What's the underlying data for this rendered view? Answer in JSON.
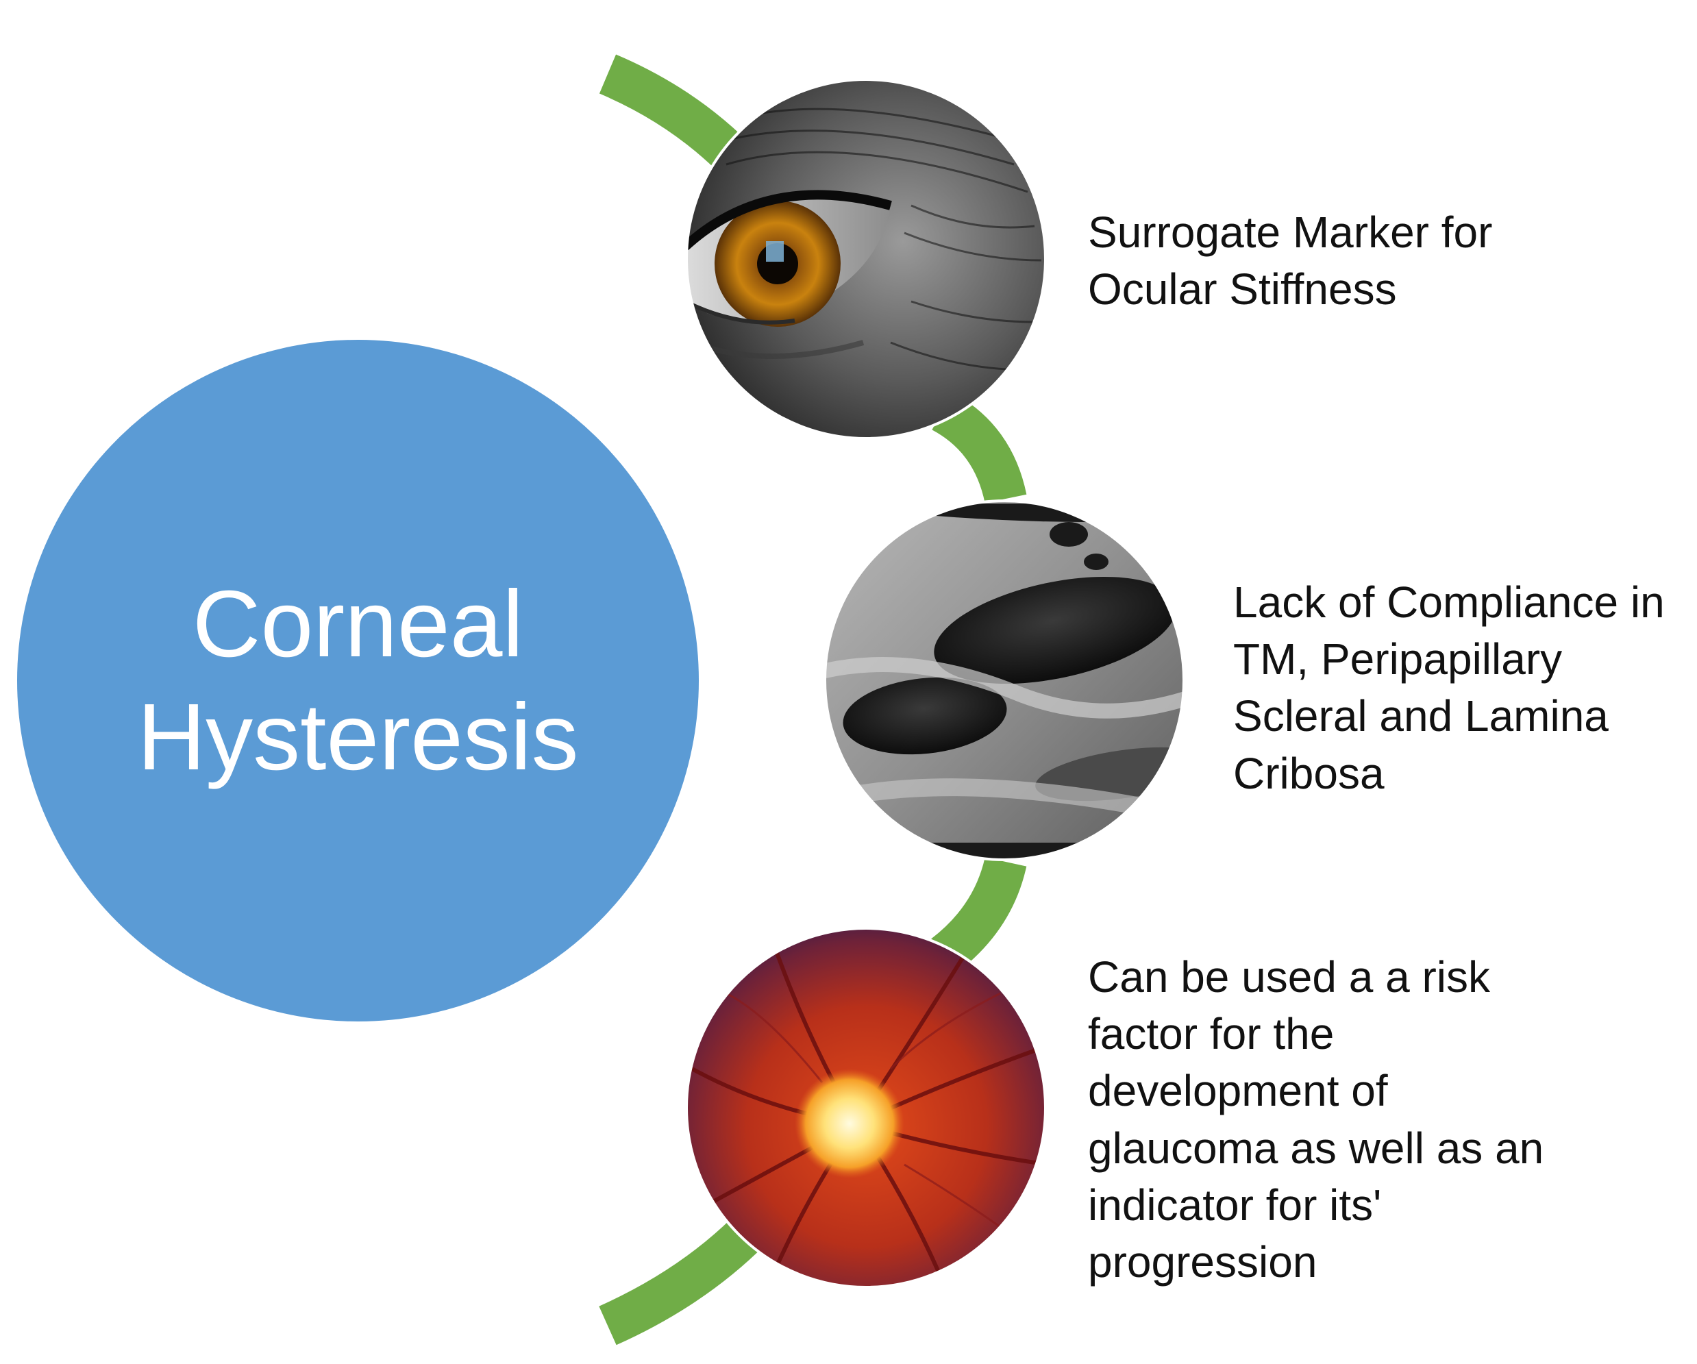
{
  "colors": {
    "main_circle": "#5b9bd5",
    "connector": "#70ad47",
    "main_text": "#ffffff",
    "item_text": "#111111"
  },
  "main": {
    "title_lines": [
      "Corneal",
      "Hysteresis"
    ]
  },
  "items": [
    {
      "image": "eye-closeup-photo",
      "lines": [
        "Surrogate Marker for",
        "Ocular Stiffness"
      ]
    },
    {
      "image": "trabecular-meshwork-micrograph",
      "lines": [
        "Lack of Compliance in",
        "TM, Peripapillary",
        "Scleral and Lamina",
        "Cribosa"
      ]
    },
    {
      "image": "optic-disc-fundus-photo",
      "lines": [
        "Can be used a a risk",
        "factor for the",
        "development of",
        "glaucoma as well as an",
        "indicator for its'",
        "progression"
      ]
    }
  ]
}
